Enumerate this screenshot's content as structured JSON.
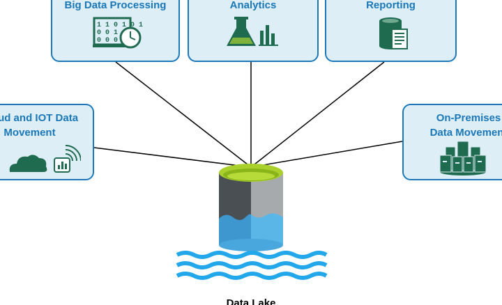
{
  "nodes": {
    "big_data": {
      "label": "Big Data Processing",
      "binary": [
        "1 1 0 1 0 1",
        "0 0 1 0",
        "0 0 0 1"
      ]
    },
    "analytics": {
      "label": "Analytics"
    },
    "reporting": {
      "label": "Reporting"
    },
    "cloud_iot": {
      "label_line1": "Cloud and IOT Data",
      "label_line2": "Movement"
    },
    "on_premises": {
      "label_line1": "On-Premises",
      "label_line2": "Data Movement"
    }
  },
  "center": {
    "label": "Data Lake"
  },
  "colors": {
    "box_fill": "#ddeef6",
    "box_border": "#1b78b8",
    "label_text": "#1b78b8",
    "icon_green": "#1f6b4f",
    "lake_top": "#aad12b",
    "lake_dark": "#4a4f54",
    "lake_light": "#a6aaad",
    "water_dark": "#3f97d0",
    "water_light": "#5ab6e6",
    "waves": "#22a7ea"
  }
}
